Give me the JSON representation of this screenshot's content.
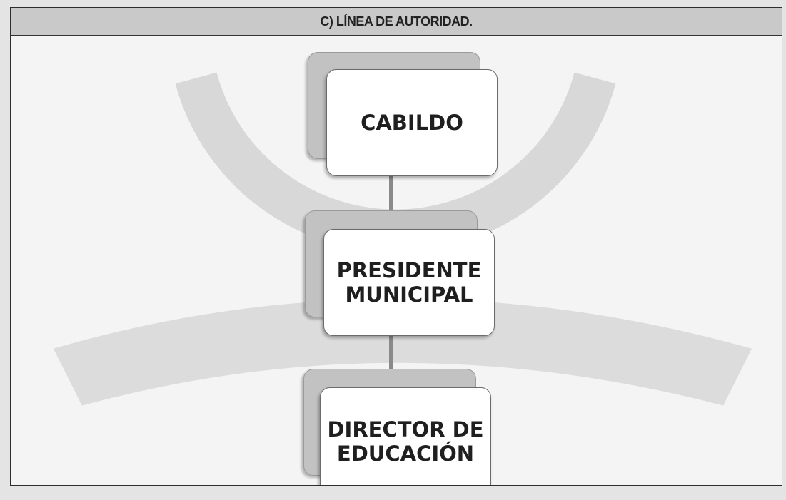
{
  "header": {
    "title": "C) LÍNEA DE AUTORIDAD."
  },
  "org_chart": {
    "levels": [
      {
        "label": "CABILDO"
      },
      {
        "label": "PRESIDENTE\nMUNICIPAL"
      },
      {
        "label": "DIRECTOR DE\nEDUCACIÓN"
      }
    ]
  }
}
